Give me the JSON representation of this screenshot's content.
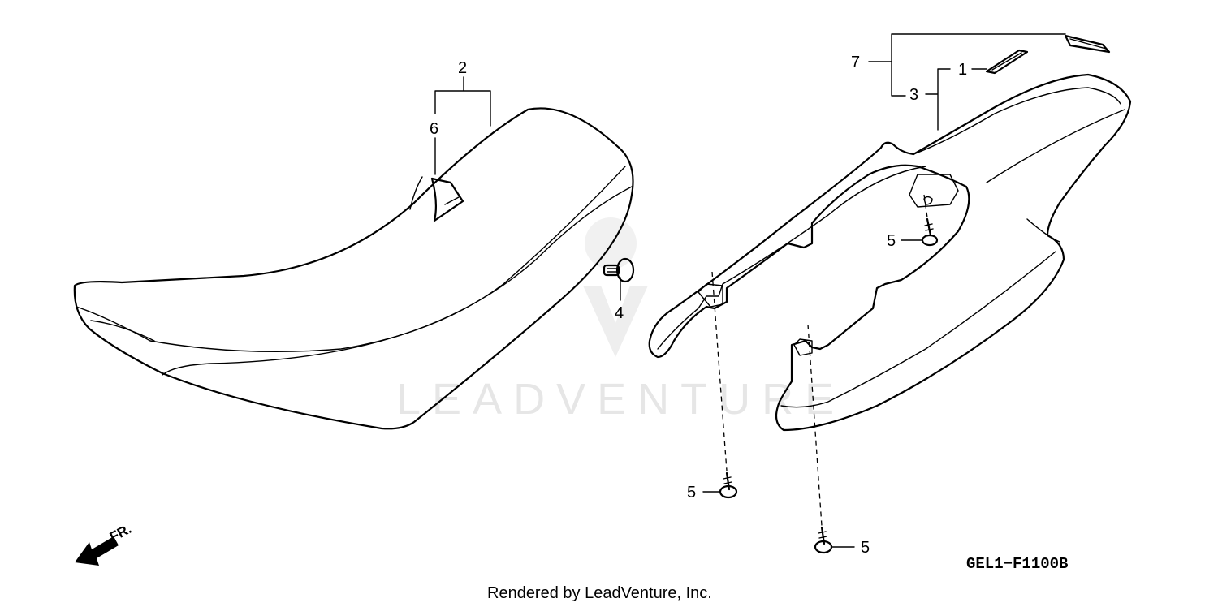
{
  "callouts": {
    "c1": "1",
    "c2": "2",
    "c3": "3",
    "c4": "4",
    "c5a": "5",
    "c5b": "5",
    "c5c": "5",
    "c6": "6",
    "c7": "7"
  },
  "direction_label": "FR.",
  "diagram_code": "GEL1−F1100B",
  "watermark": "LEADVENTURE",
  "credit": "Rendered by LeadVenture, Inc."
}
